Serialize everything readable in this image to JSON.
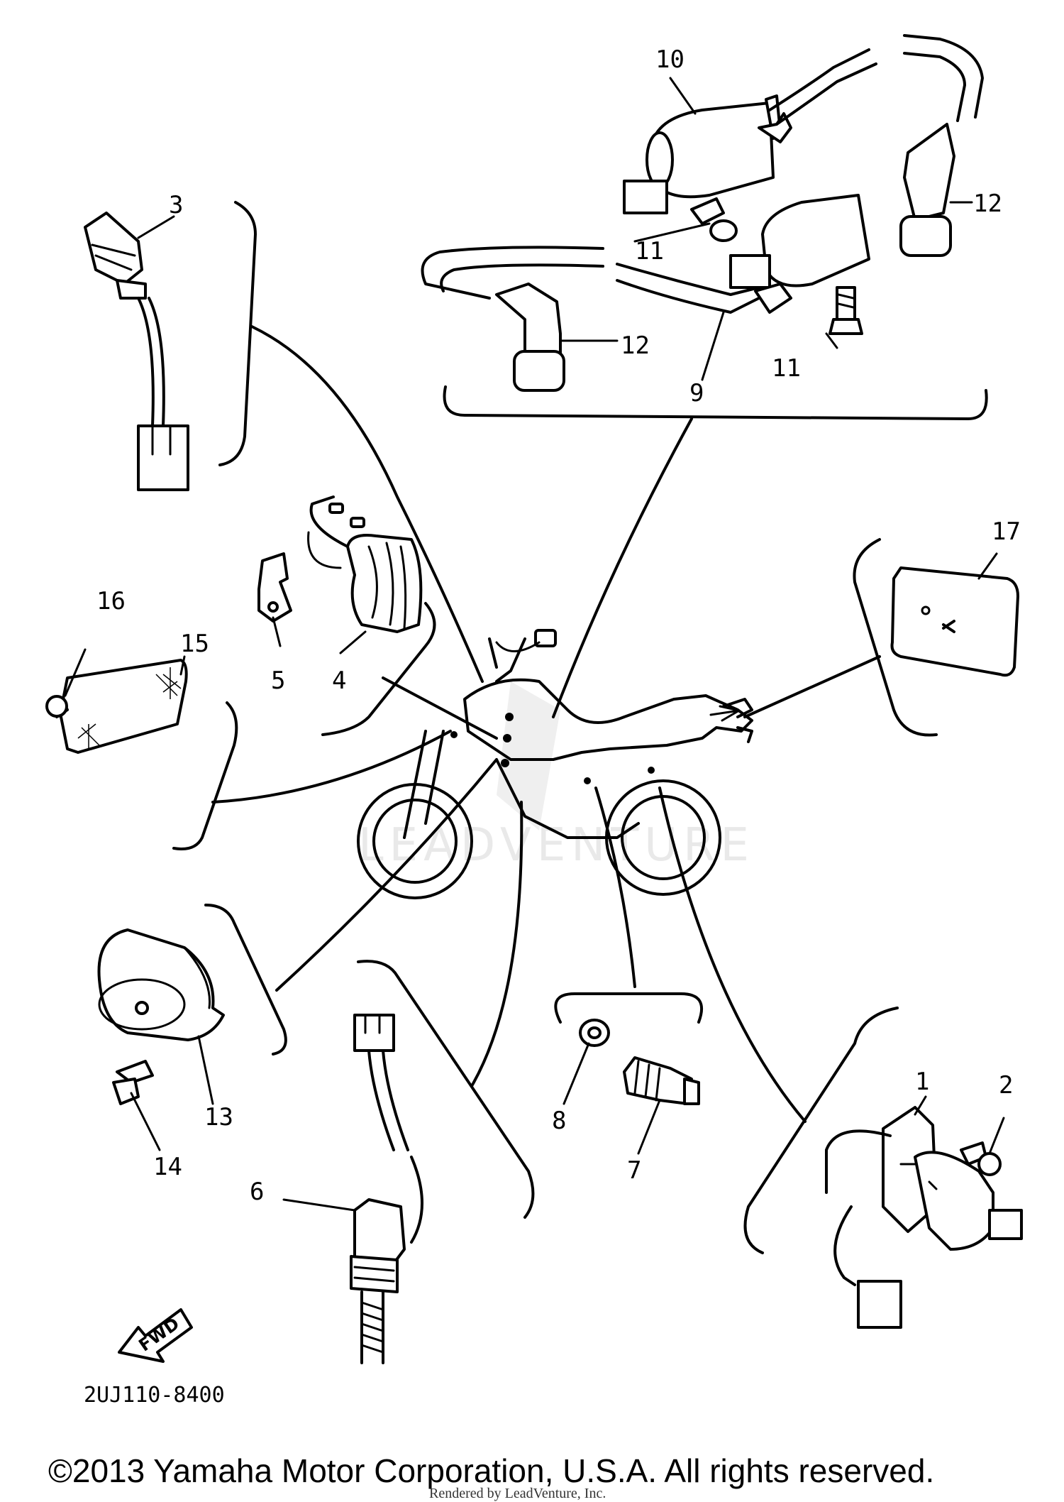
{
  "diagram_code": "2UJ110-8400",
  "fwd_label": "FWD",
  "watermark": "LEADVENTURE",
  "copyright": "©2013 Yamaha Motor Corporation, U.S.A. All rights reserved.",
  "rendered_by": "Rendered by LeadVenture, Inc.",
  "callouts": [
    "1",
    "2",
    "3",
    "4",
    "5",
    "6",
    "7",
    "8",
    "9",
    "10",
    "11",
    "11",
    "12",
    "12",
    "13",
    "14",
    "15",
    "16",
    "17"
  ]
}
